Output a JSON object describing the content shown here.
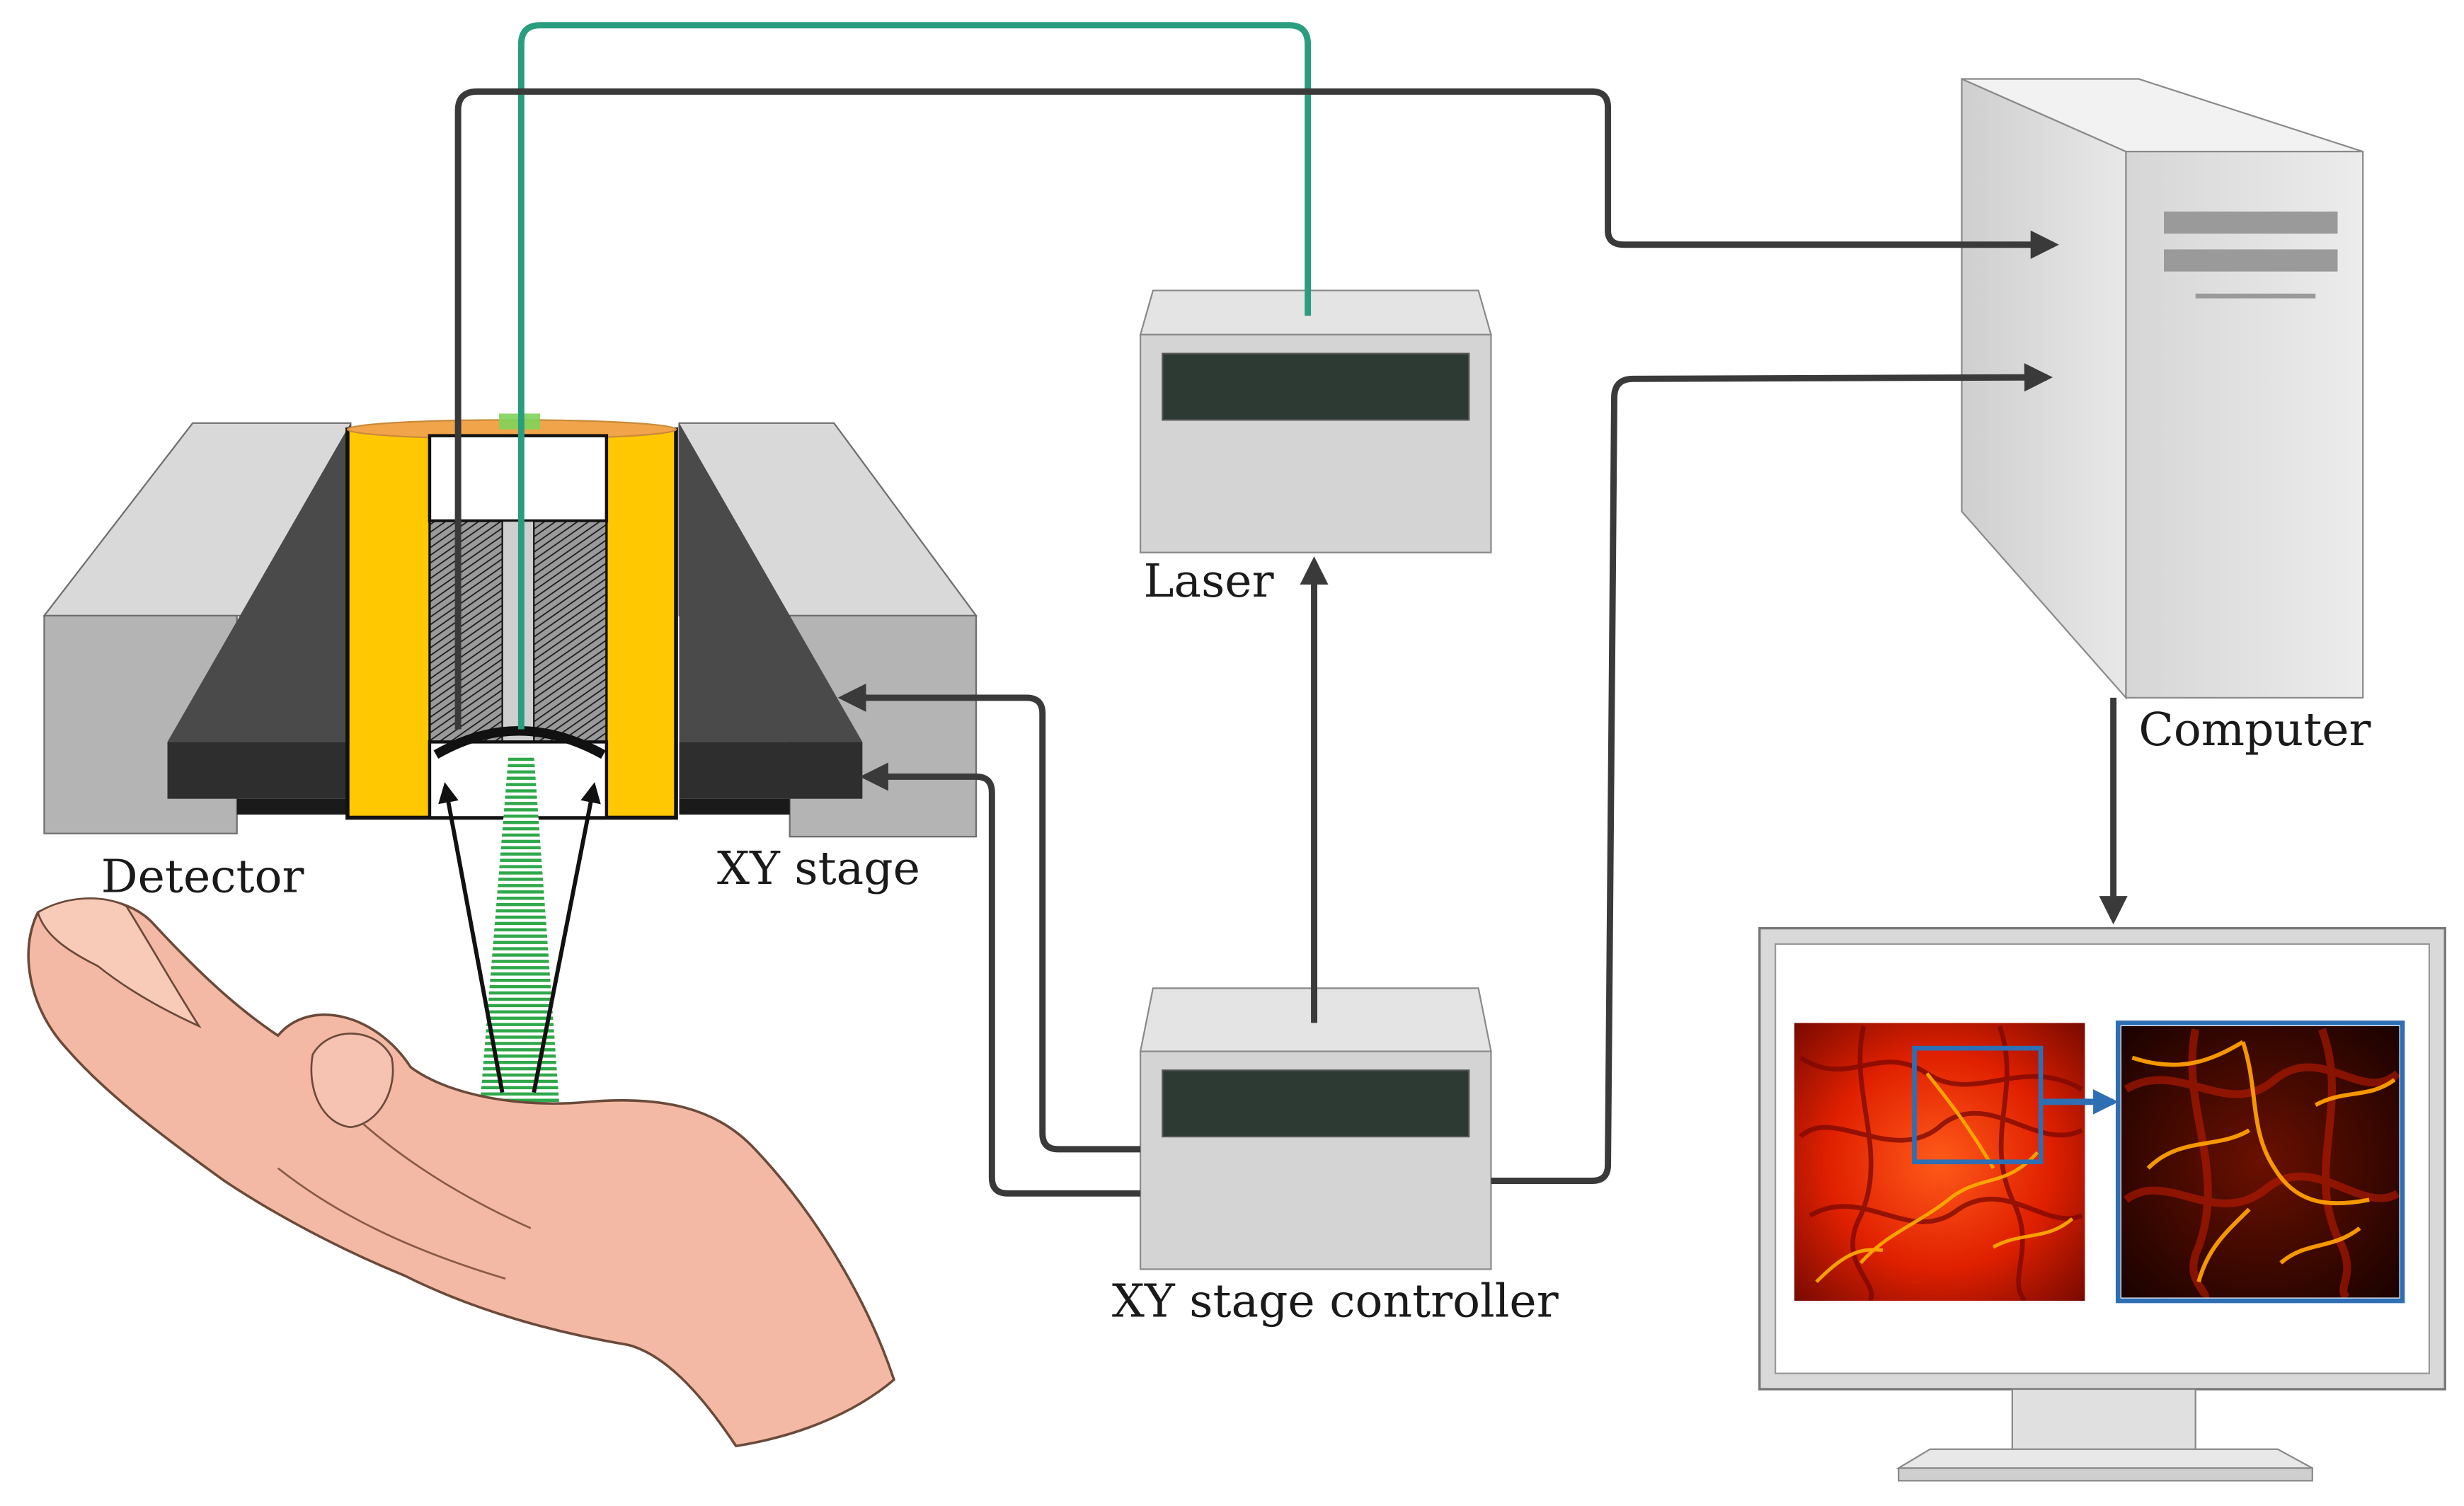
{
  "labels": {
    "detector": "Detector",
    "xy_stage": "XY stage",
    "laser": "Laser",
    "xy_stage_controller": "XY stage controller",
    "computer": "Computer"
  },
  "colors": {
    "fiber": "#2a9d7f",
    "cable": "#3a3a3a",
    "transducer_housing": "#ffc800",
    "stage_light": "#cfcfcf",
    "stage_dark": "#4a4a4a",
    "box_body": "#d4d4d4",
    "box_screen": "#2c3a33",
    "skin": "#f4b9a4",
    "laser_beam": "#2fa84a",
    "image_frame": "#2e6fb4"
  }
}
